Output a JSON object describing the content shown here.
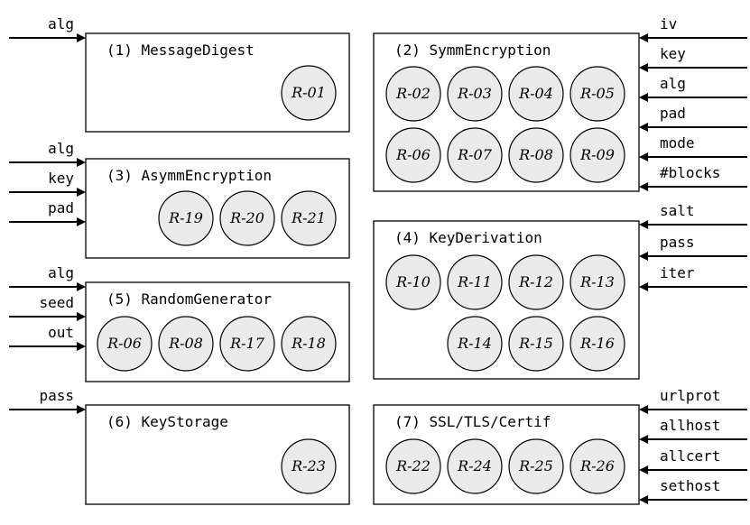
{
  "modules": [
    {
      "title": "(1) MessageDigest",
      "rules": [
        "R-01"
      ],
      "inputs": [
        "alg"
      ]
    },
    {
      "title": "(2) SymmEncryption",
      "rules": [
        "R-02",
        "R-03",
        "R-04",
        "R-05",
        "R-06",
        "R-07",
        "R-08",
        "R-09"
      ],
      "inputs": [
        "iv",
        "key",
        "alg",
        "pad",
        "mode",
        "#blocks"
      ]
    },
    {
      "title": "(3) AsymmEncryption",
      "rules": [
        "R-19",
        "R-20",
        "R-21"
      ],
      "inputs": [
        "alg",
        "key",
        "pad"
      ]
    },
    {
      "title": "(4) KeyDerivation",
      "rules": [
        "R-10",
        "R-11",
        "R-12",
        "R-13",
        "R-14",
        "R-15",
        "R-16"
      ],
      "inputs": [
        "salt",
        "pass",
        "iter"
      ]
    },
    {
      "title": "(5) RandomGenerator",
      "rules": [
        "R-06",
        "R-08",
        "R-17",
        "R-18"
      ],
      "inputs": [
        "alg",
        "seed",
        "out"
      ]
    },
    {
      "title": "(6) KeyStorage",
      "rules": [
        "R-23"
      ],
      "inputs": [
        "pass"
      ]
    },
    {
      "title": "(7) SSL/TLS/Certif",
      "rules": [
        "R-22",
        "R-24",
        "R-25",
        "R-26"
      ],
      "inputs": [
        "urlprot",
        "allhost",
        "allcert",
        "sethost"
      ]
    }
  ]
}
